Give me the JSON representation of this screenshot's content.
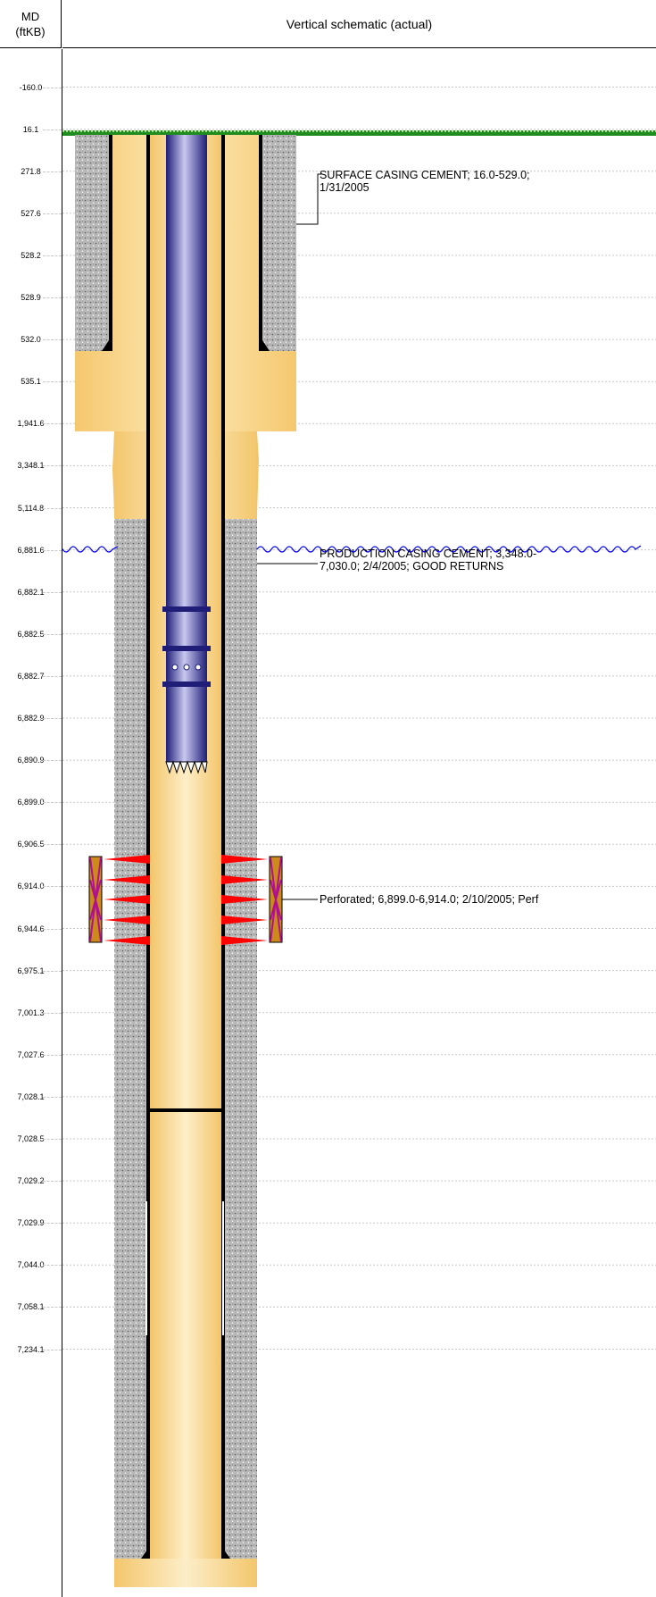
{
  "header": {
    "md_label_line1": "MD",
    "md_label_line2": "(ftKB)",
    "title": "Vertical schematic (actual)"
  },
  "md_ticks": [
    "-160.0",
    "16.1",
    "271.8",
    "527.6",
    "528.2",
    "528.9",
    "532.0",
    "535.1",
    "1,941.6",
    "3,348.1",
    "5,114.8",
    "6,881.6",
    "6,882.1",
    "6,882.5",
    "6,882.7",
    "6,882.9",
    "6,890.9",
    "6,899.0",
    "6,906.5",
    "6,914.0",
    "6,944.6",
    "6,975.1",
    "7,001.3",
    "7,027.6",
    "7,028.1",
    "7,028.5",
    "7,029.2",
    "7,029.9",
    "7,044.0",
    "7,058.1",
    "7,234.1"
  ],
  "annotations": {
    "surface_cement": {
      "line1": "SURFACE CASING CEMENT; 16.0-529.0;",
      "line2": "1/31/2005"
    },
    "production_cement": {
      "line1": "PRODUCTION CASING CEMENT; 3,348.0-",
      "line2": "7,030.0; 2/4/2005; GOOD RETURNS"
    },
    "perforation": {
      "line1": "Perforated; 6,899.0-6,914.0; 2/10/2005; Perf"
    }
  },
  "colors": {
    "hole": "#f7d48e",
    "hole_edge": "#f0b954",
    "cement": "#b4b4b4",
    "tubing": "#3c3cb4",
    "ground": "#1e8c1e",
    "perf_shot": "#ff0000",
    "perf_gun": "#cc8a1a",
    "cement_top": "#0000ff"
  }
}
